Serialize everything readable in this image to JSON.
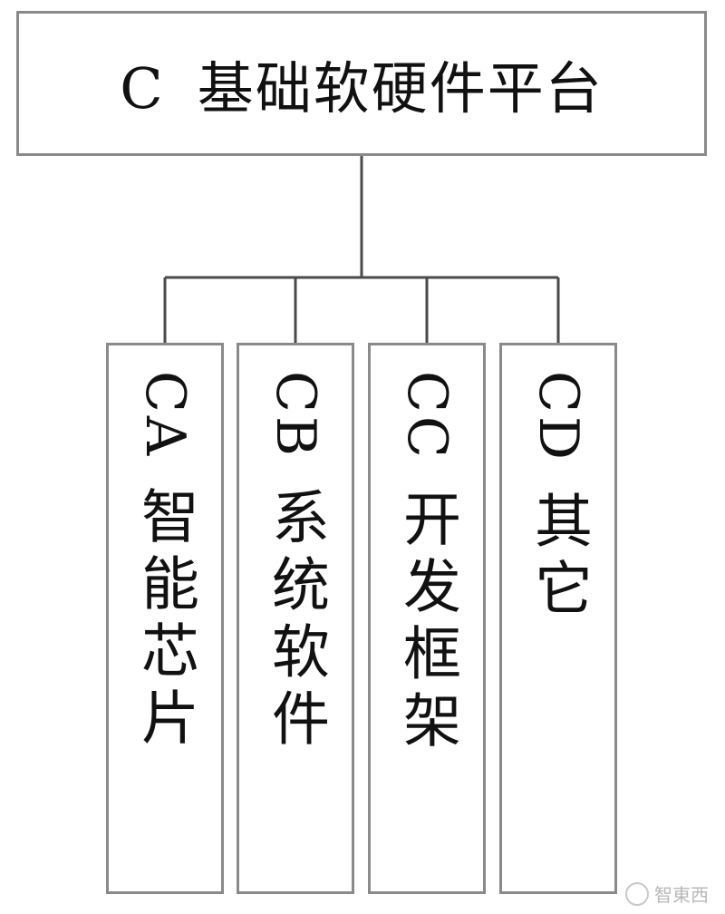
{
  "root": {
    "code": "C",
    "name": "基础软硬件平台"
  },
  "children": [
    {
      "code": "CA",
      "name": "智能芯片"
    },
    {
      "code": "CB",
      "name": "系统软件"
    },
    {
      "code": "CC",
      "name": "开发框架"
    },
    {
      "code": "CD",
      "name": "其它"
    }
  ],
  "colors": {
    "border": "#8a8a8a",
    "line": "#4a4a4a",
    "text": "#111111",
    "background": "#ffffff"
  },
  "watermark": {
    "text": "智東西",
    "icon": "logo-icon"
  }
}
